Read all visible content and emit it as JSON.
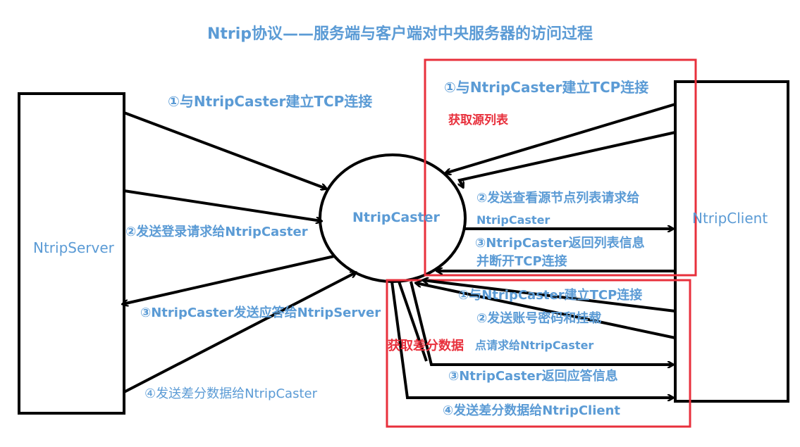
{
  "title": "Ntrip协议——服务端与客户端对中央服务器的访问过程",
  "nodes": {
    "server": "NtripServer",
    "caster": "NtripCaster",
    "client": "NtripClient"
  },
  "server_steps": {
    "s1": "①与NtripCaster建立TCP连接",
    "s2": "②发送登录请求给NtripCaster",
    "s3": "③NtripCaster发送应答给NtripServer",
    "s4": "④发送差分数据给NtripCaster"
  },
  "client_source_list": {
    "heading": "获取源列表",
    "s1": "①与NtripCaster建立TCP连接",
    "s2_line1": "②发送查看源节点列表请求给",
    "s2_line2": "NtripCaster",
    "s3_line1": "③NtripCaster返回列表信息",
    "s3_line2": "并断开TCP连接"
  },
  "client_diff_data": {
    "heading": "获取差分数据",
    "s1": "①与NtripCaster建立TCP连接",
    "s2_line1": "②发送账号密码和挂载",
    "s2_line2": "点请求给NtripCaster",
    "s3": "③NtripCaster返回应答信息",
    "s4": "④发送差分数据给NtripClient"
  },
  "colors": {
    "label_blue": "#5b9bd5",
    "highlight_red": "#e8303c",
    "line_black": "#000000"
  }
}
